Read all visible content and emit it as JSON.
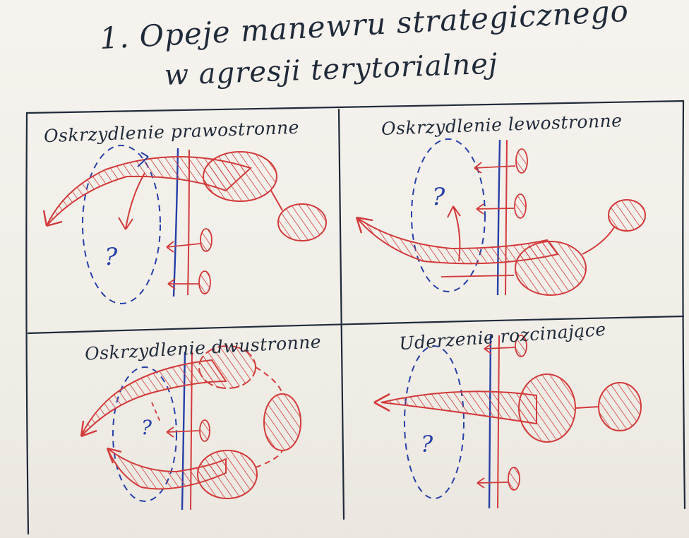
{
  "title": {
    "line1": "1. Opeje manewru strategicznego",
    "line2": "w agresji terytorialnej"
  },
  "panels": [
    {
      "label": "Oskrzydlenie prawostronne",
      "unknown_marker": "?"
    },
    {
      "label": "Oskrzydlenie lewostronne",
      "unknown_marker": "?"
    },
    {
      "label": "Oskrzydlenie dwustronne",
      "unknown_marker": "?"
    },
    {
      "label": "Uderzenie rozcinające",
      "unknown_marker": "?"
    }
  ],
  "colors": {
    "ink_black": "#1f2a3a",
    "ink_red": "#d23a3a",
    "ink_blue": "#2540a8",
    "paper": "#f4f1ec"
  }
}
